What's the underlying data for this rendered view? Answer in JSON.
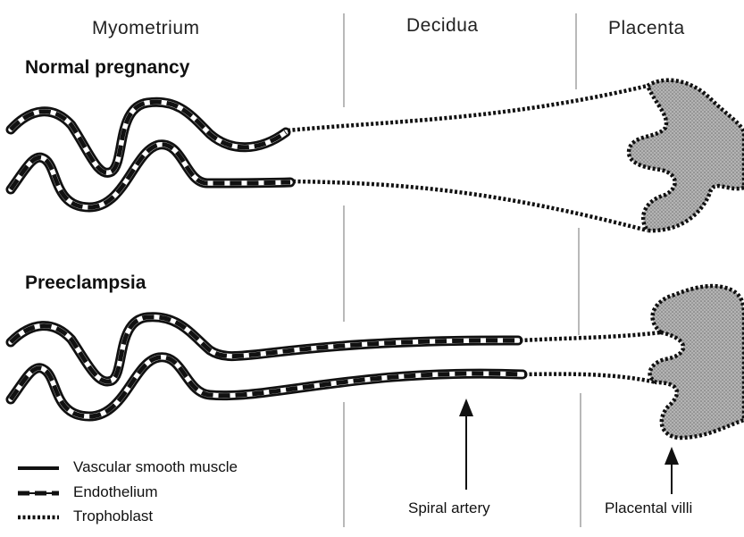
{
  "regions": {
    "myometrium": "Myometrium",
    "decidua": "Decidua",
    "placenta": "Placenta"
  },
  "sections": {
    "normal": "Normal pregnancy",
    "preeclampsia": "Preeclampsia"
  },
  "legend": {
    "smooth_muscle": "Vascular smooth muscle",
    "endothelium": "Endothelium",
    "trophoblast": "Trophoblast"
  },
  "callouts": {
    "spiral_artery": "Spiral artery",
    "placental_villi": "Placental villi"
  },
  "colors": {
    "ink": "#111111",
    "villi_fill": "#a8a8a8",
    "divider": "#8a8a8a"
  }
}
